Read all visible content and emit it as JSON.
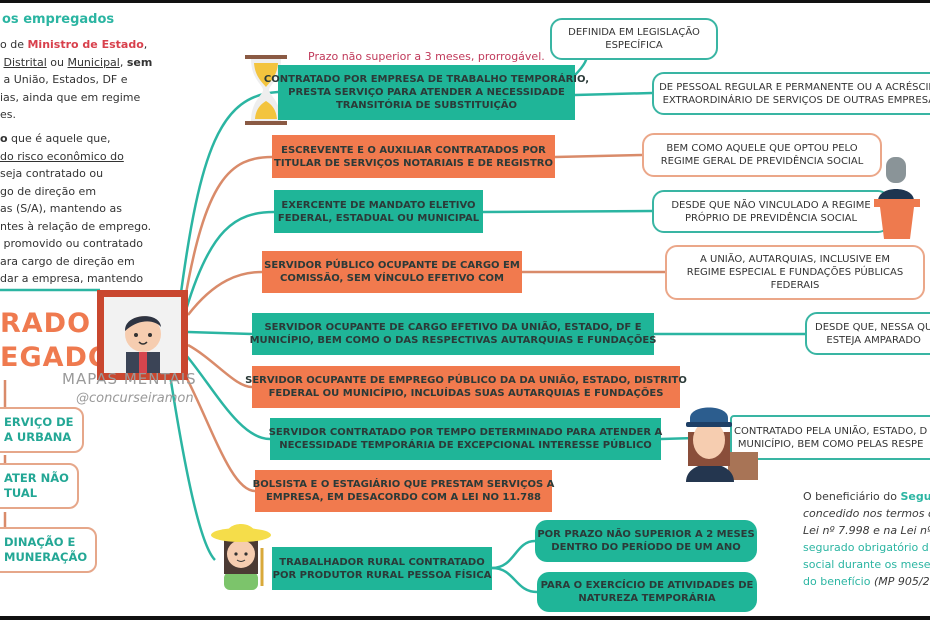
{
  "left_text": {
    "heading": "os empregados",
    "para1": [
      {
        "pre": "o de ",
        "red": "Ministro de Estado",
        "post": ","
      },
      {
        "u1": "Distrital",
        "mid": " ou ",
        "u2": "Municipal",
        "post": ", ",
        "bold": "sem"
      },
      {
        "text": "a União, Estados, DF e"
      },
      {
        "text": "ias, ainda que em regime"
      },
      {
        "text": "es."
      }
    ],
    "para2": [
      {
        "bold": "o",
        "post": " que é aquele que,"
      },
      {
        "u": "do risco econômico do"
      },
      {
        "text": "seja contratado ou"
      },
      {
        "text": "go de direção em"
      },
      {
        "text": "as (S/A), mantendo as"
      },
      {
        "text": "ntes à relação de emprego."
      },
      {
        "text": "promovido ou contratado"
      },
      {
        "text": "ara cargo de direção em"
      },
      {
        "text": "dar a empresa, mantendo"
      }
    ]
  },
  "central": {
    "line1": "RADO",
    "line2": "EGADO"
  },
  "watermark": {
    "title": "MAPAS MENTAIS",
    "handle": "@concurseiramon"
  },
  "left_boxes": [
    {
      "l1": "ERVIÇO DE",
      "l2": "A URBANA"
    },
    {
      "l1": "ATER NÃO",
      "l2": "TUAL"
    },
    {
      "l1": "DINAÇÃO E",
      "l2": "MUNERAÇÃO"
    }
  ],
  "prazo_note": "Prazo não superior a 3 meses, prorrogável.",
  "branches": [
    {
      "l1": "CONTRATADO POR EMPRESA DE TRABALHO TEMPORÁRIO,",
      "l2": "PRESTA SERVIÇO PARA ATENDER A NECESSIDADE",
      "l3": "TRANSITÓRIA DE SUBSTITUIÇÃO",
      "color": "teal"
    },
    {
      "l1": "ESCREVENTE E O AUXILIAR CONTRATADOS POR",
      "l2": "TITULAR DE SERVIÇOS NOTARIAIS E DE REGISTRO",
      "color": "orange"
    },
    {
      "l1": "EXERCENTE DE MANDATO ELETIVO",
      "l2": "FEDERAL, ESTADUAL OU MUNICIPAL",
      "color": "teal"
    },
    {
      "l1": "SERVIDOR PÚBLICO OCUPANTE DE CARGO EM",
      "l2": "COMISSÃO, SEM VÍNCULO EFETIVO COM",
      "color": "orange"
    },
    {
      "l1": "SERVIDOR OCUPANTE DE CARGO EFETIVO DA UNIÃO, ESTADO, DF E",
      "l2": "MUNICÍPIO, BEM COMO O DAS RESPECTIVAS AUTARQUIAS E FUNDAÇÕES",
      "color": "teal"
    },
    {
      "l1": "SERVIDOR OCUPANTE DE EMPREGO PÚBLICO DA DA UNIÃO, ESTADO, DISTRITO",
      "l2": "FEDERAL OU MUNICÍPIO, INCLUÍDAS SUAS AUTARQUIAS E FUNDAÇÕES",
      "color": "orange"
    },
    {
      "l1": "SERVIDOR CONTRATADO POR TEMPO DETERMINADO PARA ATENDER A",
      "l2": "NECESSIDADE TEMPORÁRIA DE EXCEPCIONAL INTERESSE PÚBLICO",
      "color": "teal"
    },
    {
      "l1": "BOLSISTA E O ESTAGIÁRIO QUE PRESTAM SERVIÇOS A",
      "l2": "EMPRESA, EM DESACORDO COM A LEI NO 11.788",
      "color": "orange"
    },
    {
      "l1": "TRABALHADOR RURAL CONTRATADO",
      "l2": "POR PRODUTOR RURAL PESSOA FÍSICA",
      "color": "teal"
    }
  ],
  "rural_children": [
    {
      "l1": "POR PRAZO NÃO SUPERIOR A 2 MESES",
      "l2": "DENTRO DO PERÍODO DE UM ANO"
    },
    {
      "l1": "PARA O EXERCÍCIO DE ATIVIDADES DE",
      "l2": "NATUREZA TEMPORÁRIA"
    }
  ],
  "details": [
    {
      "l1": "DEFINIDA EM LEGISLAÇÃO",
      "l2": "ESPECÍFICA"
    },
    {
      "l1": "DE PESSOAL REGULAR E PERMANENTE OU A ACRÉSCIMO",
      "l2": "EXTRAORDINÁRIO DE SERVIÇOS DE OUTRAS EMPRESAS"
    },
    {
      "l1": "BEM COMO AQUELE QUE OPTOU PELO",
      "l2": "REGIME GERAL DE PREVIDÊNCIA SOCIAL"
    },
    {
      "l1": "DESDE QUE NÃO VINCULADO A REGIME",
      "l2": "PRÓPRIO DE PREVIDÊNCIA SOCIAL"
    },
    {
      "l1": "A UNIÃO, AUTARQUIAS, INCLUSIVE EM",
      "l2": "REGIME ESPECIAL E FUNDAÇÕES PÚBLICAS",
      "l3": "FEDERAIS"
    },
    {
      "l1": "DESDE QUE, NESSA QU",
      "l2": "ESTEJA AMPARADO"
    },
    {
      "l1": "CONTRATADO PELA UNIÃO, ESTADO, D",
      "l2": "MUNICÍPIO, BEM COMO PELAS RESPE"
    }
  ],
  "side_note": {
    "l1a": "O beneficiário do ",
    "l1b": "Segur",
    "l2": "concedido nos termos d",
    "l3": "Lei nº 7.998 e na Lei nº 1",
    "l4": "segurado obrigatório d",
    "l5": "social durante os mese",
    "l6a": "do benefício",
    "l6b": " (MP 905/2"
  },
  "colors": {
    "teal": "#1fb598",
    "orange": "#f17a4e",
    "red": "#d8404c"
  }
}
